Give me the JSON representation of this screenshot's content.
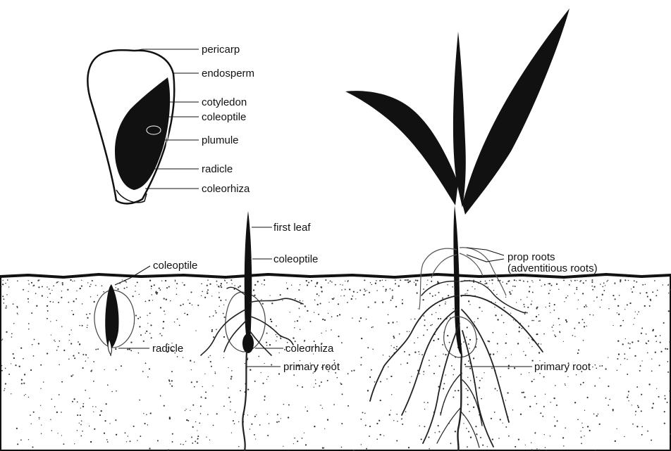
{
  "kernel_labels": {
    "pericarp": "pericarp",
    "endosperm": "endosperm",
    "cotyledon": "cotyledon",
    "coleoptile": "coleoptile",
    "plumule": "plumule",
    "radicle": "radicle",
    "coleorhiza": "coleorhiza"
  },
  "germinating_seed_labels": {
    "coleoptile": "coleoptile",
    "radicle": "radicle"
  },
  "young_seedling_labels": {
    "first_leaf": "first leaf",
    "coleoptile": "coleoptile",
    "coleorhiza": "coleorhiza",
    "primary_root": "primary root"
  },
  "mature_seedling_labels": {
    "prop_roots_line1": "prop roots",
    "prop_roots_line2": "(adventitious roots)",
    "primary_root": "primary root"
  },
  "colors": {
    "ink": "#111111",
    "soil_dots": "#333333",
    "background": "#ffffff"
  }
}
